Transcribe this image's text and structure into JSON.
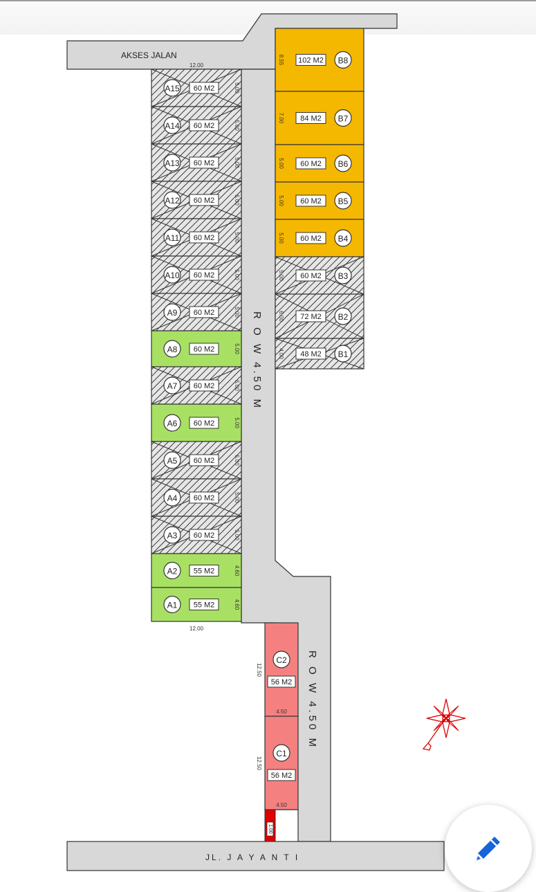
{
  "map": {
    "access_road_label": "AKSES JALAN",
    "bottom_road_label": "JL. J A Y A N T I",
    "row_label_main": "R O W   4.50  M",
    "row_label_lower": "R O W   4.50  M",
    "dim_top_width": "12.00",
    "dim_bottom_width": "12.00",
    "colors": {
      "road": "#d8d8d8",
      "sold_hatch": "#3a3a3a",
      "available_a": "#a8e064",
      "available_b": "#f5b800",
      "available_c": "#f58080",
      "marker": "#e00000"
    },
    "lots_a": [
      {
        "id": "A15",
        "area": "60 M2",
        "depth": "5.00",
        "status": "sold"
      },
      {
        "id": "A14",
        "area": "60 M2",
        "depth": "5.00",
        "status": "sold"
      },
      {
        "id": "A13",
        "area": "60 M2",
        "depth": "5.00",
        "status": "sold"
      },
      {
        "id": "A12",
        "area": "60 M2",
        "depth": "5.00",
        "status": "sold"
      },
      {
        "id": "A11",
        "area": "60 M2",
        "depth": "5.00",
        "status": "sold"
      },
      {
        "id": "A10",
        "area": "60 M2",
        "depth": "5.00",
        "status": "sold"
      },
      {
        "id": "A9",
        "area": "60 M2",
        "depth": "5.00",
        "status": "sold"
      },
      {
        "id": "A8",
        "area": "60 M2",
        "depth": "5.00",
        "status": "available"
      },
      {
        "id": "A7",
        "area": "60 M2",
        "depth": "5.00",
        "status": "sold"
      },
      {
        "id": "A6",
        "area": "60 M2",
        "depth": "5.00",
        "status": "available"
      },
      {
        "id": "A5",
        "area": "60 M2",
        "depth": "5.00",
        "status": "sold"
      },
      {
        "id": "A4",
        "area": "60 M2",
        "depth": "5.00",
        "status": "sold"
      },
      {
        "id": "A3",
        "area": "60 M2",
        "depth": "5.00",
        "status": "sold"
      },
      {
        "id": "A2",
        "area": "55 M2",
        "depth": "4.60",
        "status": "available"
      },
      {
        "id": "A1",
        "area": "55 M2",
        "depth": "4.60",
        "status": "available"
      }
    ],
    "lots_b": [
      {
        "id": "B8",
        "area": "102 M2",
        "depth": "8.55",
        "status": "available"
      },
      {
        "id": "B7",
        "area": "84 M2",
        "depth": "7.00",
        "status": "available"
      },
      {
        "id": "B6",
        "area": "60 M2",
        "depth": "5.00",
        "status": "available"
      },
      {
        "id": "B5",
        "area": "60 M2",
        "depth": "5.00",
        "status": "available"
      },
      {
        "id": "B4",
        "area": "60 M2",
        "depth": "5.00",
        "status": "available"
      },
      {
        "id": "B3",
        "area": "60 M2",
        "depth": "5.00",
        "status": "sold"
      },
      {
        "id": "B2",
        "area": "72 M2",
        "depth": "6.00",
        "status": "sold"
      },
      {
        "id": "B1",
        "area": "48 M2",
        "depth": "4.00",
        "status": "sold"
      }
    ],
    "lots_c": [
      {
        "id": "C2",
        "area": "56 M2",
        "depth": "12.50",
        "width": "4.50"
      },
      {
        "id": "C1",
        "area": "56 M2",
        "depth": "12.50",
        "width": "4.50"
      }
    ],
    "marker_dim": "1.00",
    "compass_icon": "compass-rose-icon",
    "edit_icon": "pencil-icon"
  },
  "fab": {
    "icon": "pencil-icon"
  }
}
